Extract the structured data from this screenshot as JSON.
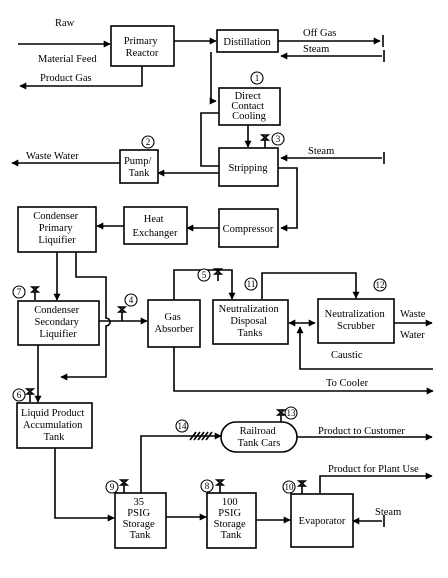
{
  "boxes": {
    "primary_reactor": [
      "Primary",
      "Reactor"
    ],
    "distillation": [
      "Distillation"
    ],
    "direct_contact_cooling": [
      "Direct",
      "Contact",
      "Cooling"
    ],
    "stripping": [
      "Stripping"
    ],
    "pump_tank": [
      "Pump/",
      "Tank"
    ],
    "compressor": [
      "Compressor"
    ],
    "heat_exchanger": [
      "Heat",
      "Exchanger"
    ],
    "condenser_primary": [
      "Condenser",
      "Primary",
      "Liquifier"
    ],
    "condenser_secondary": [
      "Condenser",
      "Secondary",
      "Liquifier"
    ],
    "gas_absorber": [
      "Gas",
      "Absorber"
    ],
    "neutralization_disposal": [
      "Neutralization",
      "Disposal",
      "Tanks"
    ],
    "neutralization_scrubber": [
      "Neutralization",
      "Scrubber"
    ],
    "liquid_product_tank": [
      "Liquid Product",
      "Accumulation",
      "Tank"
    ],
    "railroad_tank_cars": [
      "Railroad",
      "Tank Cars"
    ],
    "storage_35": [
      "35",
      "PSIG",
      "Storage",
      "Tank"
    ],
    "storage_100": [
      "100",
      "PSIG",
      "Storage",
      "Tank"
    ],
    "evaporator": [
      "Evaporator"
    ]
  },
  "streams": {
    "raw": "Raw",
    "material_feed": "Material Feed",
    "product_gas": "Product Gas",
    "off_gas": "Off Gas",
    "steam_top": "Steam",
    "steam_stripping": "Steam",
    "waste_water_left": "Waste Water",
    "waste": "Waste",
    "water": "Water",
    "caustic": "Caustic",
    "to_cooler": "To Cooler",
    "product_to_customer": "Product to Customer",
    "product_for_plant_use": "Product for Plant Use",
    "steam_evaporator": "Steam"
  },
  "points": [
    "1",
    "2",
    "3",
    "4",
    "5",
    "6",
    "7",
    "8",
    "9",
    "10",
    "11",
    "12",
    "13",
    "14"
  ],
  "colors": {
    "line": "#000000",
    "fill": "#ffffff"
  }
}
